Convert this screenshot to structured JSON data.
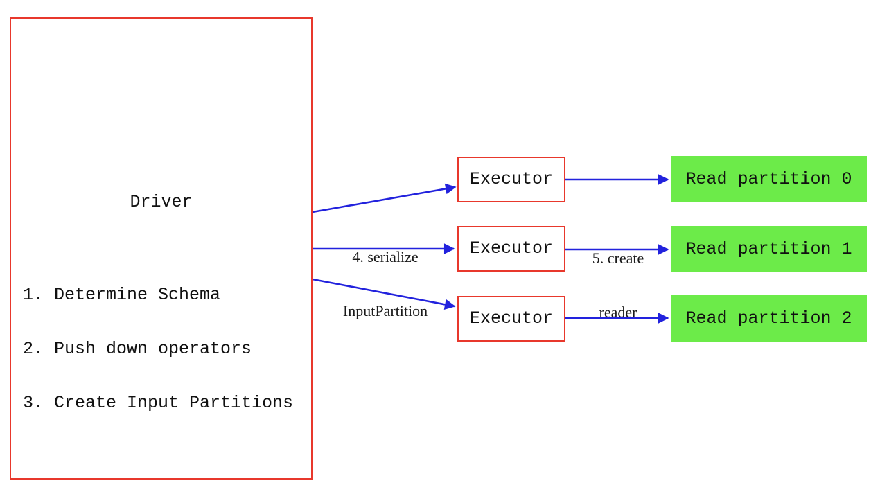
{
  "diagram": {
    "driver": {
      "title": "Driver",
      "steps": [
        "1. Determine Schema",
        "2. Push down operators",
        "3. Create Input Partitions"
      ]
    },
    "executors": [
      {
        "label": "Executor"
      },
      {
        "label": "Executor"
      },
      {
        "label": "Executor"
      }
    ],
    "partitions": [
      {
        "label": "Read partition 0"
      },
      {
        "label": "Read partition 1"
      },
      {
        "label": "Read partition 2"
      }
    ],
    "edge_labels": [
      {
        "line1": "4. serialize",
        "line2": "InputPartition"
      },
      {
        "line1": "5. create",
        "line2": "reader"
      }
    ],
    "colors": {
      "node_border": "#e8382c",
      "arrow": "#2222dd",
      "partition_fill": "#6ceb49",
      "text": "#111111"
    }
  }
}
